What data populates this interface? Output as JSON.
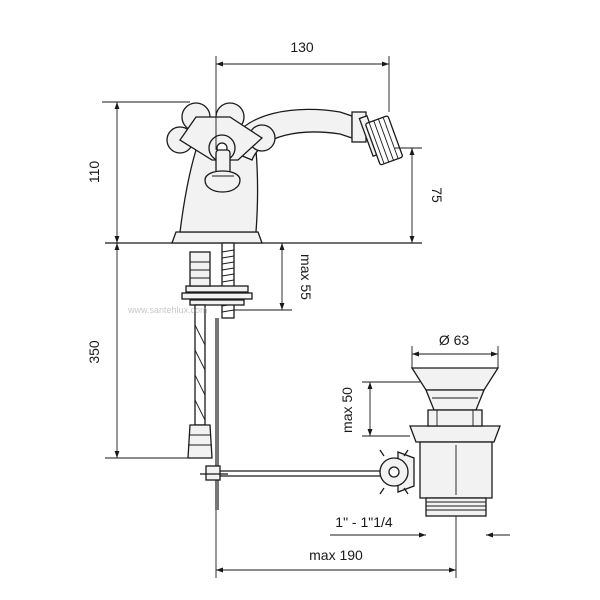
{
  "dimensions": {
    "overall_width": "130",
    "overall_height": "110",
    "spout_height": "75",
    "max_deck": "max 55",
    "hose_length": "350",
    "waste_diameter": "Ø 63",
    "waste_height": "max 50",
    "waste_thread": "1\" - 1\"1/4",
    "max_reach": "max 190"
  },
  "watermark": "www.santehlux.com"
}
